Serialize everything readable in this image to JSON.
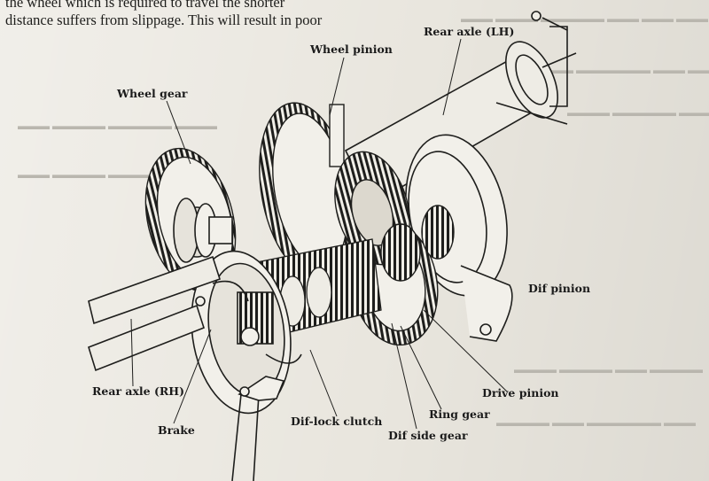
{
  "text": {
    "lines": [
      "the wheel which is required to travel the shorter",
      "distance suffers from slippage. This will result in poor"
    ]
  },
  "labels": {
    "wheel_pinion": "Wheel pinion",
    "rear_axle_lh": "Rear axle (LH)",
    "wheel_gear": "Wheel gear",
    "dif_pinion": "Dif pinion",
    "drive_pinion": "Drive pinion",
    "rear_axle_rh": "Rear axle (RH)",
    "ring_gear": "Ring gear",
    "dif_lock_clutch": "Dif-lock clutch",
    "brake": "Brake",
    "dif_side_gear": "Dif side gear"
  },
  "colors": {
    "paper": "#e9e6de",
    "ink": "#1e1e1c",
    "bleed": "#b9b6ae"
  }
}
